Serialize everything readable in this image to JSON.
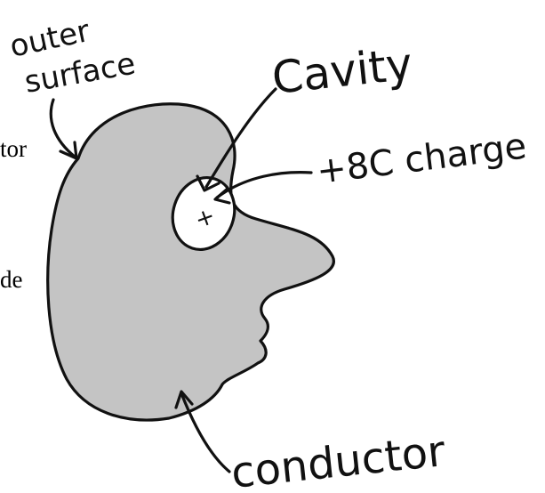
{
  "labels": {
    "outer_line1": "outer",
    "outer_line2": "surface",
    "cavity": "Cavity",
    "charge": "+8C charge",
    "conductor": "conductor",
    "charge_symbol": "+"
  },
  "background_text": {
    "fragment1": "tor",
    "fragment2": "de"
  },
  "colors": {
    "conductor_fill": "#c4c4c4",
    "cavity_fill": "#ffffff",
    "ink": "#111111",
    "background": "#ffffff"
  }
}
